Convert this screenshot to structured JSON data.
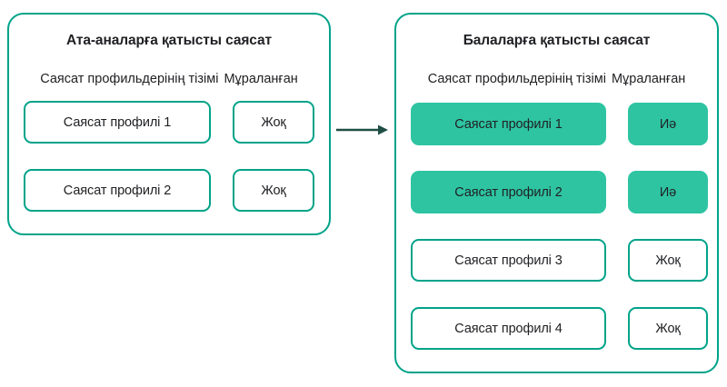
{
  "colors": {
    "accent_border": "#00a389",
    "accent_fill": "#2ec4a2",
    "text": "#202124",
    "arrow": "#1f4e45",
    "background": "#ffffff"
  },
  "arrow": {
    "name": "inheritance-flow-arrow",
    "direction": "left-to-right"
  },
  "panels": [
    {
      "id": "parent-policy",
      "title": "Ата-аналарға қатысты саясат",
      "column_headers": {
        "profiles": "Саясат профильдерінің тізімі",
        "inherited": "Мұраланған"
      },
      "rows": [
        {
          "profile": "Саясат профилі 1",
          "inherited": "Жоқ",
          "highlighted": false
        },
        {
          "profile": "Саясат профилі 2",
          "inherited": "Жоқ",
          "highlighted": false
        }
      ]
    },
    {
      "id": "child-policy",
      "title": "Балаларға қатысты саясат",
      "column_headers": {
        "profiles": "Саясат профильдерінің тізімі",
        "inherited": "Мұраланған"
      },
      "rows": [
        {
          "profile": "Саясат профилі 1",
          "inherited": "Иә",
          "highlighted": true
        },
        {
          "profile": "Саясат профилі 2",
          "inherited": "Иә",
          "highlighted": true
        },
        {
          "profile": "Саясат профилі 3",
          "inherited": "Жоқ",
          "highlighted": false
        },
        {
          "profile": "Саясат профилі 4",
          "inherited": "Жоқ",
          "highlighted": false
        }
      ]
    }
  ]
}
